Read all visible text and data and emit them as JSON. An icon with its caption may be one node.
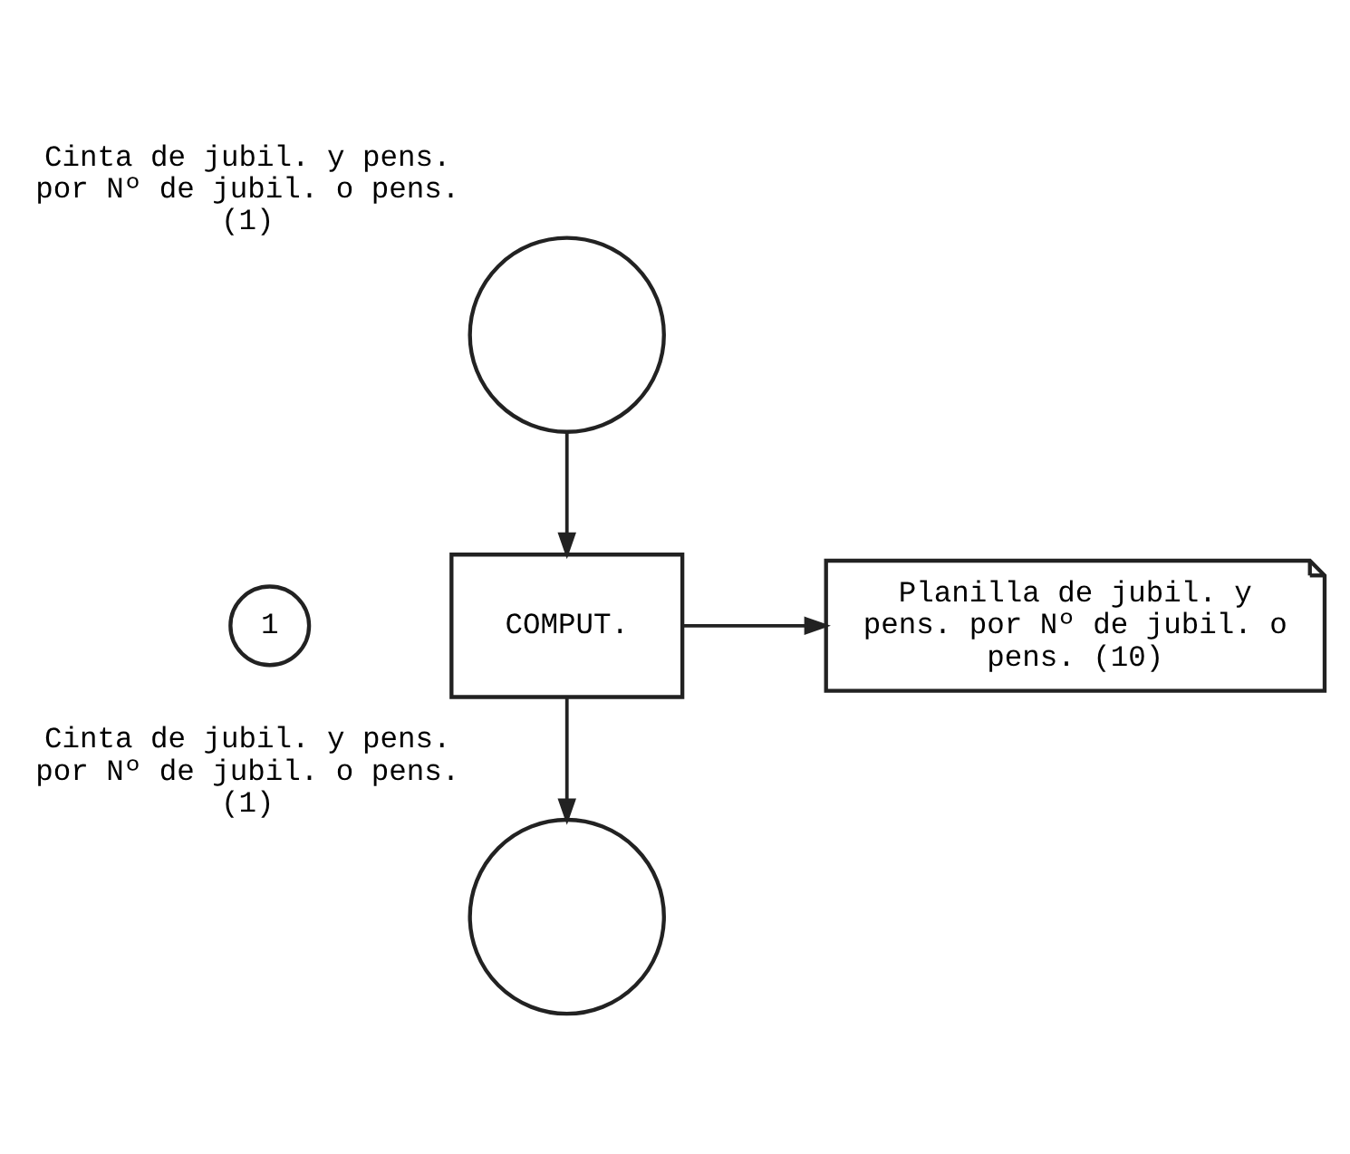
{
  "diagram": {
    "nodes": [
      {
        "text": [],
        "shape": "circle",
        "beside": [
          "Cinta de jubil. y pens. por Nº de jubil. o pens. (1)"
        ]
      },
      {
        "text": [
          "1"
        ]
      },
      {
        "text": [
          "COMPUT."
        ]
      },
      {
        "text": [
          "Planilla de jubil. y pens. por Nº de jubil. o pens. (10)"
        ]
      },
      {
        "text": [],
        "shape": "circle",
        "beside": [
          "Cinta de jubil. y pens. por Nº de jubil. o pens. (1)"
        ]
      }
    ],
    "edges": [
      {
        "from": 0,
        "to": 2,
        "arrow": "to"
      },
      {
        "from": 2,
        "to": 3,
        "arrow": "to"
      },
      {
        "from": 2,
        "to": 4,
        "arrow": "to"
      }
    ]
  }
}
